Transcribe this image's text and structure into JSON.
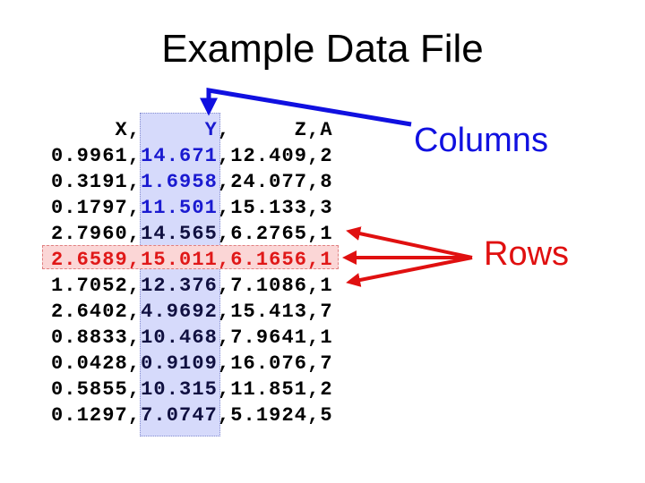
{
  "title": "Example Data File",
  "annotations": {
    "columns": "Columns",
    "rows": "Rows"
  },
  "colors": {
    "column_highlight": "#d6dafb",
    "row_highlight": "#fbd6d6",
    "columns_arrow": "#1010e0",
    "rows_arrow": "#e01010"
  },
  "header": [
    "     X,",
    "     Y",
    ",     Z,A"
  ],
  "rows": [
    [
      "0.9961,",
      "14.671",
      ",12.409,2"
    ],
    [
      "0.3191,",
      "1.6958",
      ",24.077,8"
    ],
    [
      "0.1797,",
      "11.501",
      ",15.133,3"
    ],
    [
      "2.7960,",
      "14.565",
      ",6.2765,1"
    ],
    [
      "2.6589,",
      "15.011",
      ",6.1656,1"
    ],
    [
      "1.7052,",
      "12.376",
      ",7.1086,1"
    ],
    [
      "2.6402,",
      "4.9692",
      ",15.413,7"
    ],
    [
      "0.8833,",
      "10.468",
      ",7.9641,1"
    ],
    [
      "0.0428,",
      "0.9109",
      ",16.076,7"
    ],
    [
      "0.5855,",
      "10.315",
      ",11.851,2"
    ],
    [
      "0.1297,",
      "7.0747",
      ",5.1924,5"
    ]
  ]
}
